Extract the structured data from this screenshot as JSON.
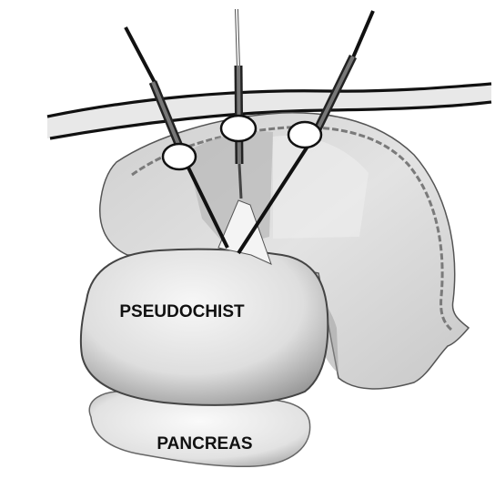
{
  "labels": {
    "pseudocyst": "PSEUDOCHIST",
    "pancreas": "PANCREAS"
  },
  "colors": {
    "ink": "#111111",
    "stomach_fill": "#d9d9d9",
    "stomach_rim": "#8a8a8a",
    "cyst_fill": "#e6e6e6",
    "pancreas_fill": "#eaeaea",
    "wall_band": "#bdbdbd"
  },
  "instruments": [
    {
      "name": "left-trocar"
    },
    {
      "name": "center-trocar"
    },
    {
      "name": "right-trocar"
    }
  ]
}
